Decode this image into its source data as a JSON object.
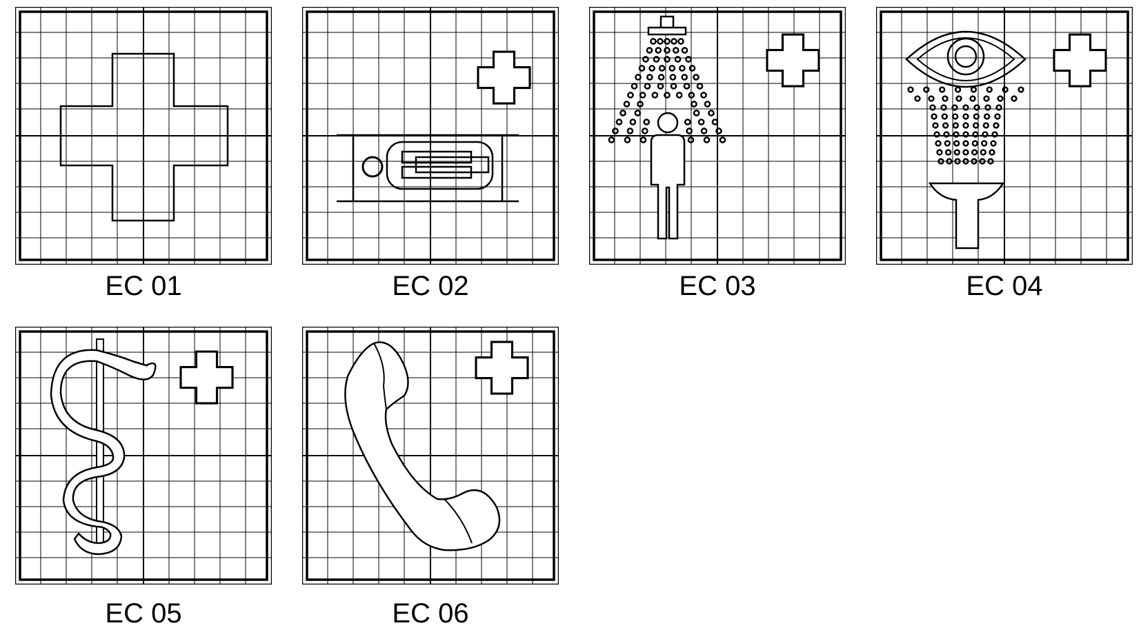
{
  "tiles": [
    {
      "code": "EC 01",
      "symbol": "cross-icon"
    },
    {
      "code": "EC 02",
      "symbol": "stretcher-icon"
    },
    {
      "code": "EC 03",
      "symbol": "safety-shower-icon"
    },
    {
      "code": "EC 04",
      "symbol": "eye-wash-icon"
    },
    {
      "code": "EC 05",
      "symbol": "caduceus-icon"
    },
    {
      "code": "EC 06",
      "symbol": "telephone-icon"
    }
  ]
}
